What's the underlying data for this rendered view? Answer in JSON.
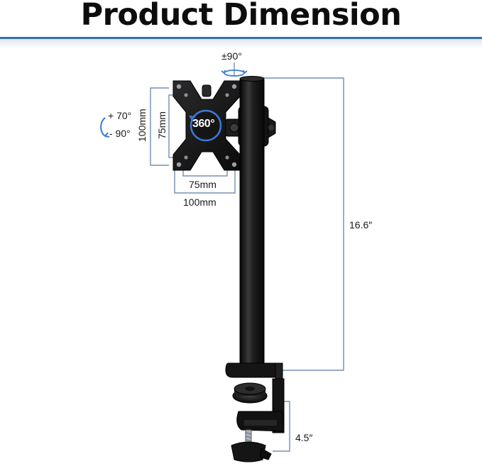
{
  "title": "Product Dimension",
  "colors": {
    "accent_rule": "#2f6fc4",
    "dimension_line": "#5b7aa3",
    "metal": "#1b1b1b",
    "badge_ring": "#3a7bd5"
  },
  "dimensions": {
    "swivel": "±90°",
    "tilt_up": "+ 70°",
    "tilt_down": "- 90°",
    "rotation": "360°",
    "vesa_small_v": "75mm",
    "vesa_large_v": "100mm",
    "vesa_small_h": "75mm",
    "vesa_large_h": "100mm",
    "pole_height": "16.6″",
    "clamp_opening": "4.5″"
  },
  "icons": {
    "tilt": "tilt-arc-arrow-icon",
    "swivel": "swivel-arrow-icon"
  }
}
